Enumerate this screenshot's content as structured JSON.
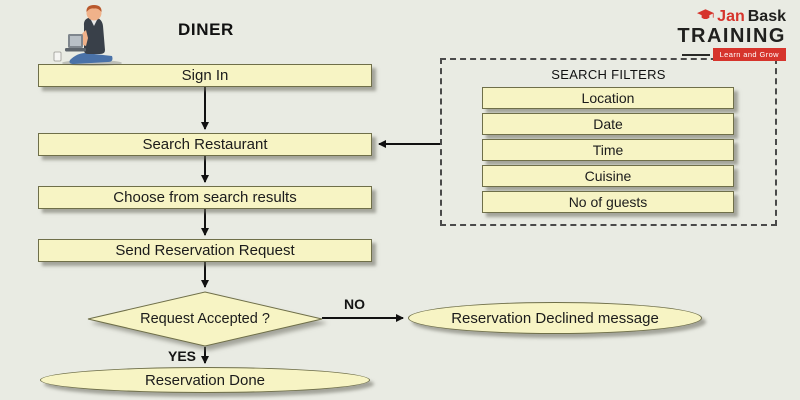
{
  "title": "DINER",
  "logo": {
    "brand_first": "Jan",
    "brand_second": "Bask",
    "brand_line2": "TRAINING",
    "tagline": "Learn and Grow"
  },
  "flow": {
    "steps": [
      "Sign In",
      "Search Restaurant",
      "Choose from search results",
      "Send Reservation Request"
    ],
    "decision": "Request Accepted ?",
    "yes_label": "YES",
    "no_label": "NO",
    "terminal_success": "Reservation Done",
    "terminal_declined": "Reservation Declined message"
  },
  "filters": {
    "title": "SEARCH FILTERS",
    "items": [
      "Location",
      "Date",
      "Time",
      "Cuisine",
      "No of guests"
    ]
  },
  "colors": {
    "background": "#e9ebe3",
    "node_fill": "#f7f4c4",
    "node_border": "#6f6f49",
    "arrow": "#111111",
    "accent_red": "#d6342c"
  }
}
